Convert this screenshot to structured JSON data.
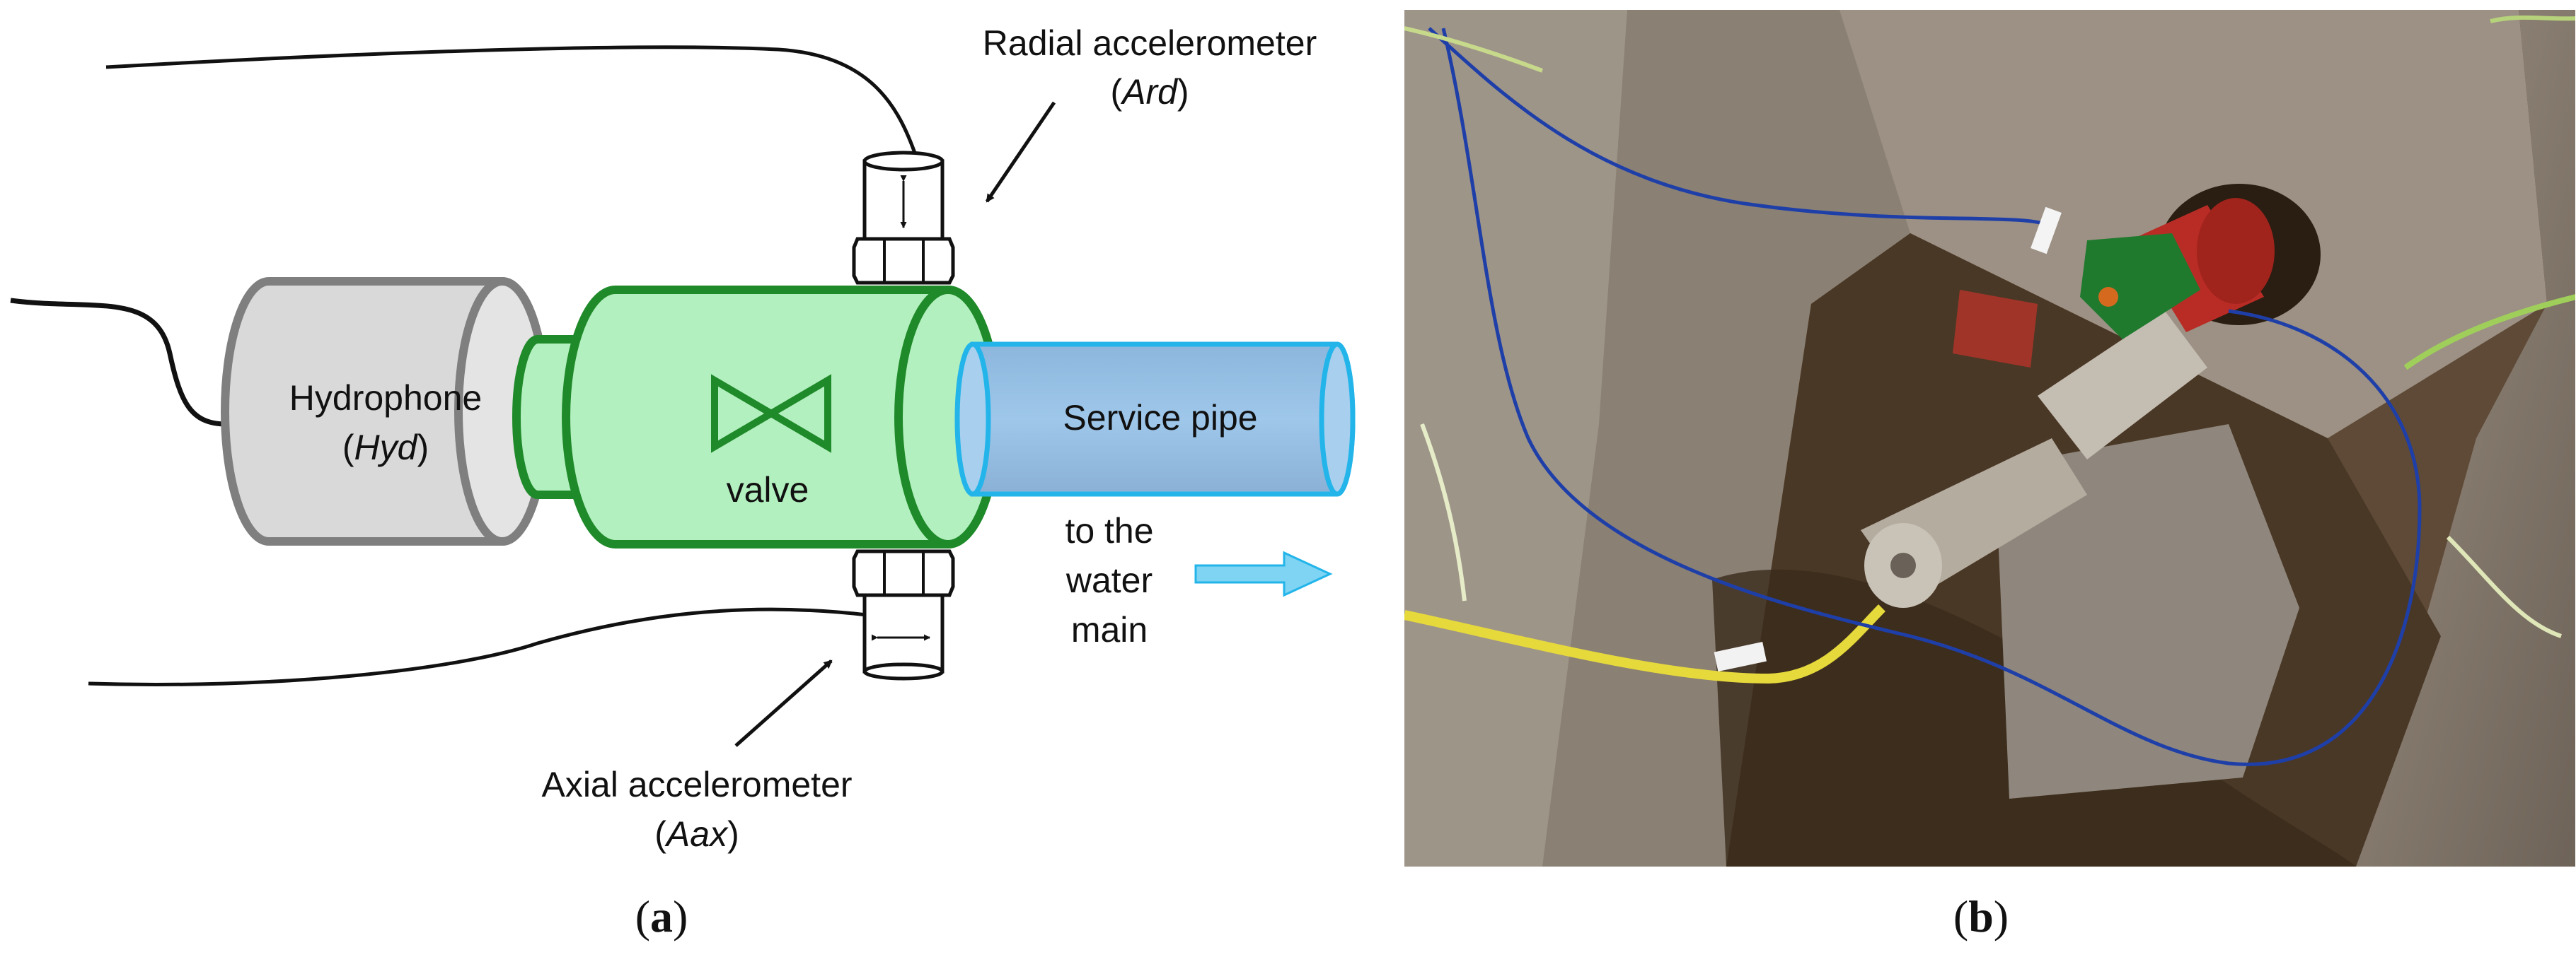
{
  "panel_a": {
    "caption_letter": "a",
    "labels": {
      "radial_line1": "Radial accelerometer",
      "radial_line2": "Ard",
      "hydrophone_line1": "Hydrophone",
      "hydrophone_line2": "Hyd",
      "valve": "valve",
      "service_pipe": "Service pipe",
      "water_main_line1": "to the",
      "water_main_line2": "water",
      "water_main_line3": "main",
      "axial_line1": "Axial accelerometer",
      "axial_line2": "Aax"
    },
    "colors": {
      "hydrophone_fill": "#d9d9d9",
      "hydrophone_stroke": "#7f7f7f",
      "valve_fill": "#b3f0bf",
      "valve_stroke": "#1f8a2a",
      "pipe_fill": "#9ec7ea",
      "pipe_stroke": "#23b5ea",
      "arrow": "#23b5ea"
    }
  },
  "panel_b": {
    "caption_letter": "b"
  }
}
